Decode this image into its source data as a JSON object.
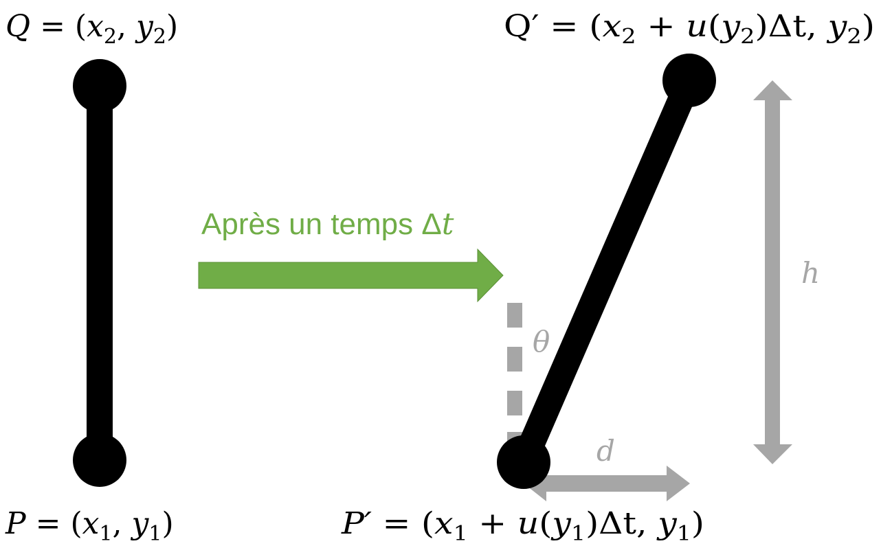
{
  "colors": {
    "rod": "#000000",
    "arrow_green": "#70AD47",
    "measure_gray": "#A6A6A6",
    "label_gray": "#A6A6A6"
  },
  "labels": {
    "q_left": {
      "var": "Q",
      "eq": " = (",
      "x": "x",
      "x_sub": "2",
      "comma": ", ",
      "y": "y",
      "y_sub": "2",
      "close": ")"
    },
    "p_left": {
      "var": "P",
      "eq": " = (",
      "x": "x",
      "x_sub": "1",
      "comma": ", ",
      "y": "y",
      "y_sub": "1",
      "close": ")"
    },
    "q_right": {
      "var": "Q′",
      "eq": " = (",
      "x": "x",
      "x_sub": "2",
      "plus": " + ",
      "u": "u",
      "paren_open": "(",
      "y_in": "y",
      "y_in_sub": "2",
      "paren_close": ")",
      "dt": "Δt",
      "comma": ", ",
      "y": "y",
      "y_sub": "2",
      "close": ")"
    },
    "p_right": {
      "var": "P′",
      "eq": " = (",
      "x": "x",
      "x_sub": "1",
      "plus": " + ",
      "u": "u",
      "paren_open": "(",
      "y_in": "y",
      "y_in_sub": "1",
      "paren_close": ")",
      "dt": "Δt",
      "comma": ", ",
      "y": "y",
      "y_sub": "1",
      "close": ")"
    },
    "transition": {
      "text": "Après un temps ",
      "delta": "Δ",
      "t": "t"
    },
    "theta": "θ",
    "d": "d",
    "h": "h"
  }
}
